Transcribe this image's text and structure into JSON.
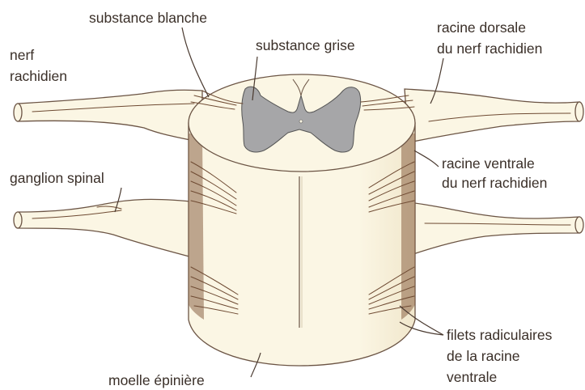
{
  "labels": {
    "substance_blanche": "substance blanche",
    "substance_grise": "substance grise",
    "nerf_line1": "nerf",
    "nerf_line2": "rachidien",
    "racine_dorsale_line1": "racine  dorsale",
    "racine_dorsale_line2": "du nerf rachidien",
    "ganglion_spinal": "ganglion spinal",
    "racine_ventrale_line1": "racine  ventrale",
    "racine_ventrale_line2": "du nerf rachidien",
    "filets_line1": "filets radiculaires",
    "filets_line2": "de la racine",
    "filets_line3": "ventrale",
    "moelle_epiniere": "moelle épinière"
  },
  "colors": {
    "cream": "#fbf6e4",
    "gray_matter": "#a6a6a8",
    "fiber": "#6e4a32",
    "shadow": "#8a6246",
    "line": "#4a3a30"
  }
}
